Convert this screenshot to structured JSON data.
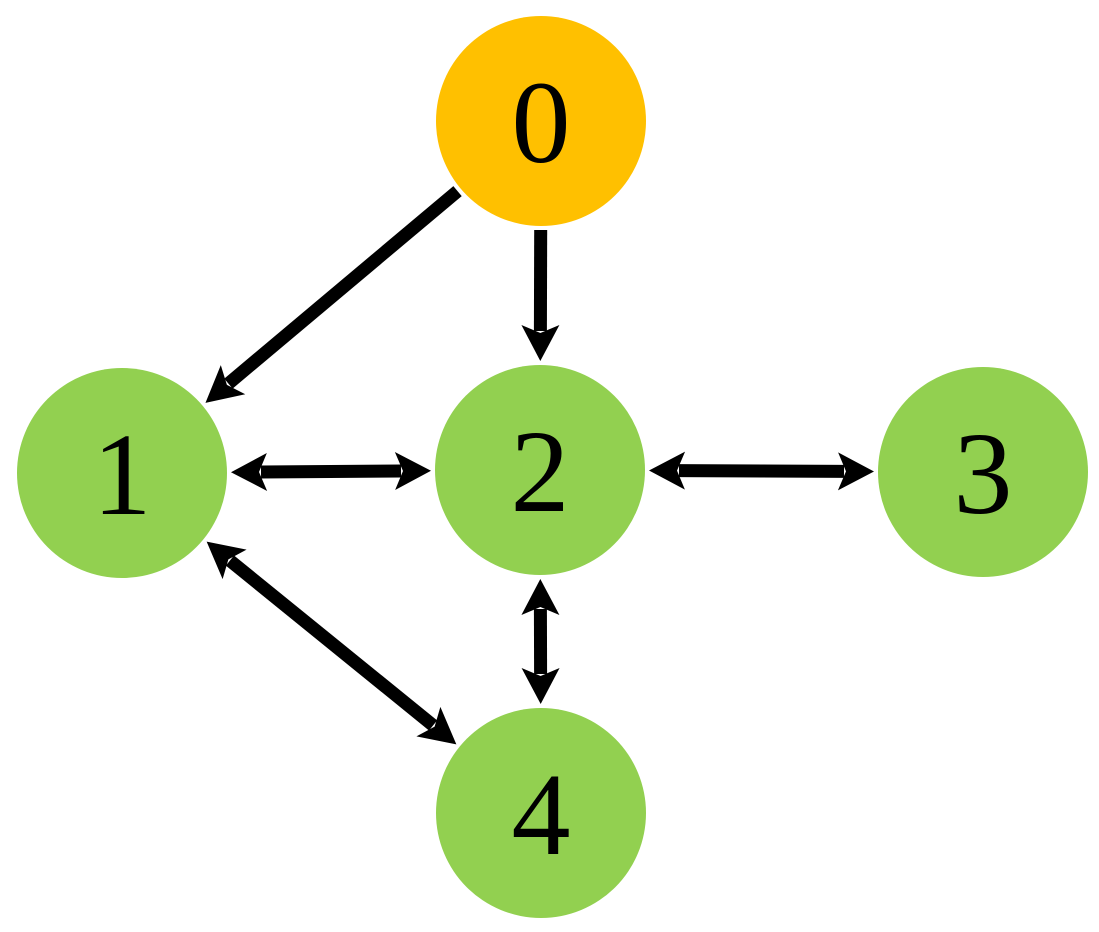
{
  "graph": {
    "nodes": [
      {
        "id": "0",
        "label": "0",
        "color": "#FFC000"
      },
      {
        "id": "1",
        "label": "1",
        "color": "#92D050"
      },
      {
        "id": "2",
        "label": "2",
        "color": "#92D050"
      },
      {
        "id": "3",
        "label": "3",
        "color": "#92D050"
      },
      {
        "id": "4",
        "label": "4",
        "color": "#92D050"
      }
    ],
    "edges": [
      {
        "from": "0",
        "to": "1",
        "direction": "forward"
      },
      {
        "from": "0",
        "to": "2",
        "direction": "forward"
      },
      {
        "from": "1",
        "to": "2",
        "direction": "both"
      },
      {
        "from": "2",
        "to": "3",
        "direction": "both"
      },
      {
        "from": "2",
        "to": "4",
        "direction": "both"
      },
      {
        "from": "1",
        "to": "4",
        "direction": "both"
      }
    ],
    "edge_color": "#000000"
  }
}
